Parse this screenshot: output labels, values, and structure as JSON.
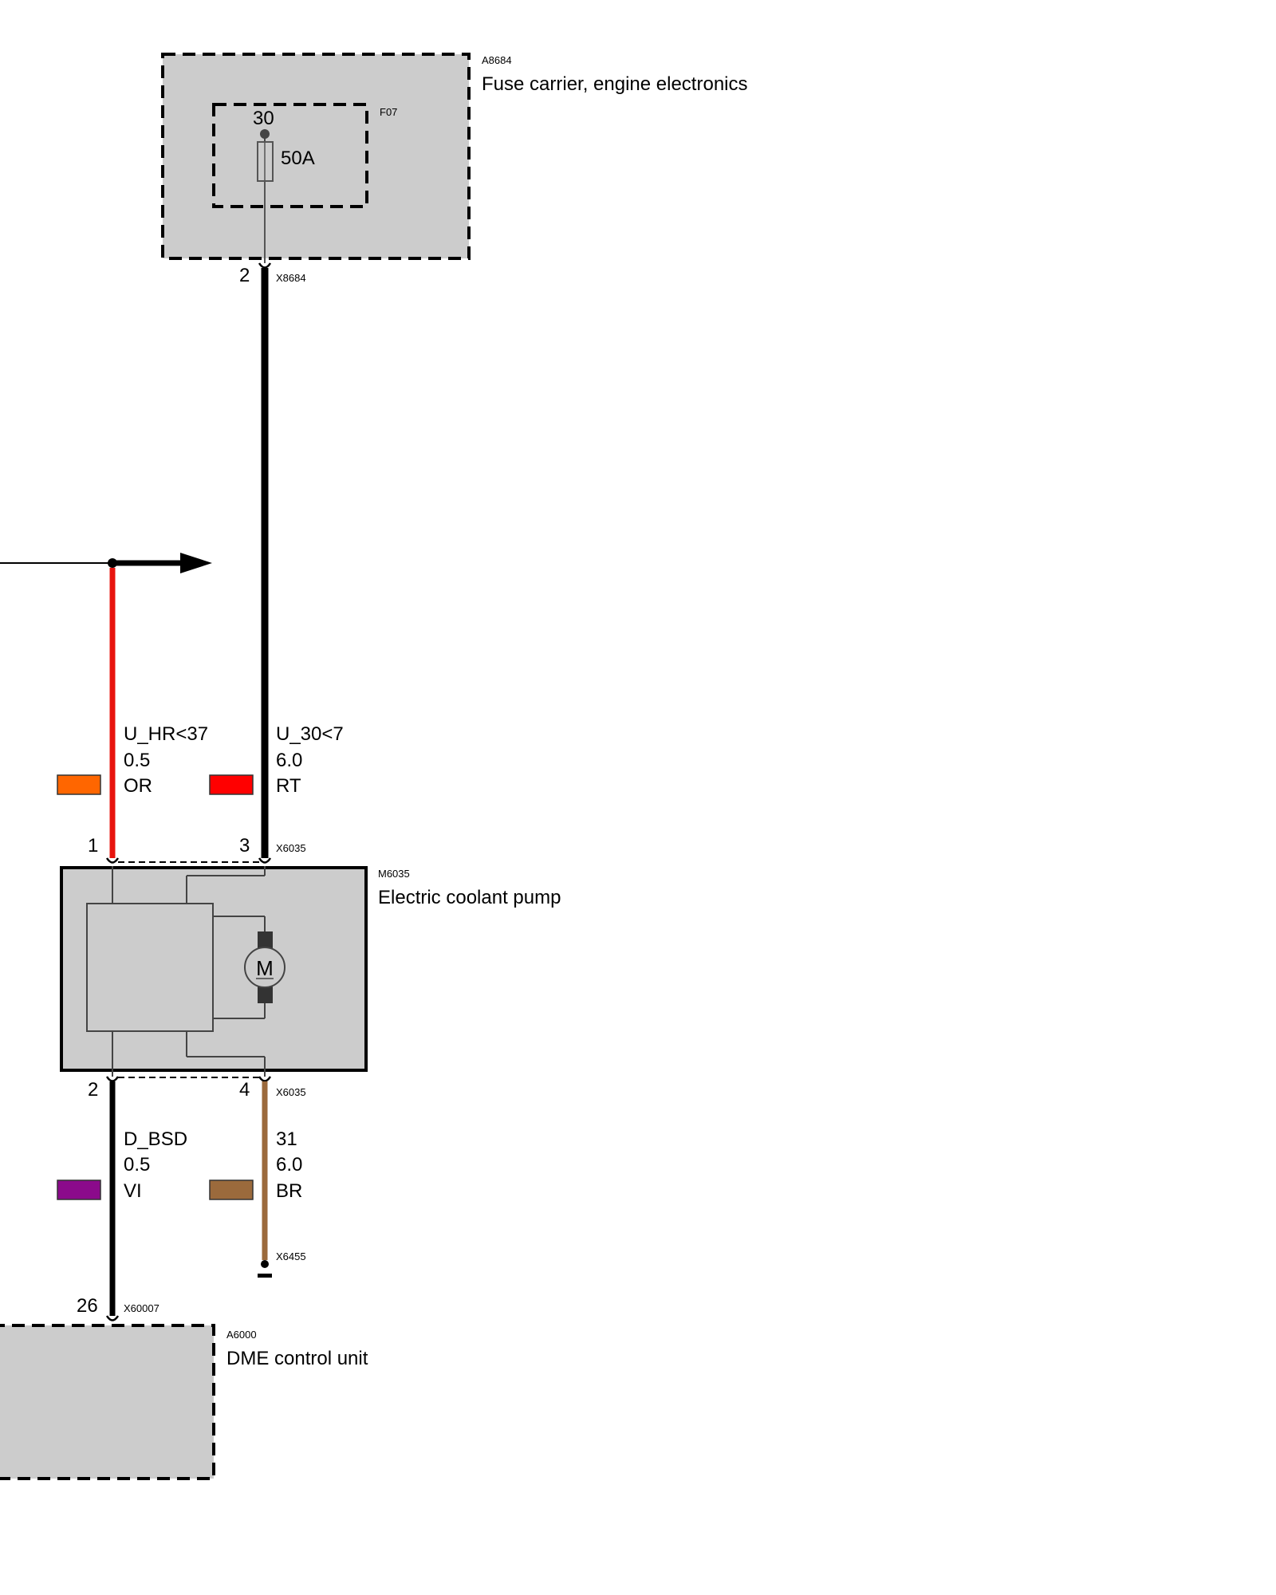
{
  "fuse_carrier": {
    "id": "A8684",
    "name": "Fuse carrier, engine electronics",
    "fuse": {
      "id": "F07",
      "terminal": "30",
      "rating": "50A"
    },
    "connector": {
      "id": "X8684",
      "pin": "2"
    }
  },
  "pump": {
    "id": "M6035",
    "name": "Electric coolant pump",
    "connector_top": {
      "id": "X6035",
      "pin_left": "1",
      "pin_right": "3"
    },
    "connector_bottom": {
      "id": "X6035",
      "pin_left": "2",
      "pin_right": "4"
    },
    "motor_symbol": "M"
  },
  "wires": {
    "top_left": {
      "signal": "U_HR<37",
      "gauge": "0.5",
      "color_code": "OR",
      "swatch": "#ff6600",
      "line": "#e8140e"
    },
    "top_right": {
      "signal": "U_30<7",
      "gauge": "6.0",
      "color_code": "RT",
      "swatch": "#ff0000",
      "line": "#000000"
    },
    "bottom_left": {
      "signal": "D_BSD",
      "gauge": "0.5",
      "color_code": "VI",
      "swatch": "#8b0a8b",
      "line": "#000000"
    },
    "bottom_right": {
      "signal": "31",
      "gauge": "6.0",
      "color_code": "BR",
      "swatch": "#9b6a3c",
      "line": "#9b6a3c"
    }
  },
  "ground": {
    "id": "X6455"
  },
  "dme": {
    "id": "A6000",
    "name": "DME control unit",
    "connector": {
      "id": "X60007",
      "pin": "26"
    }
  }
}
